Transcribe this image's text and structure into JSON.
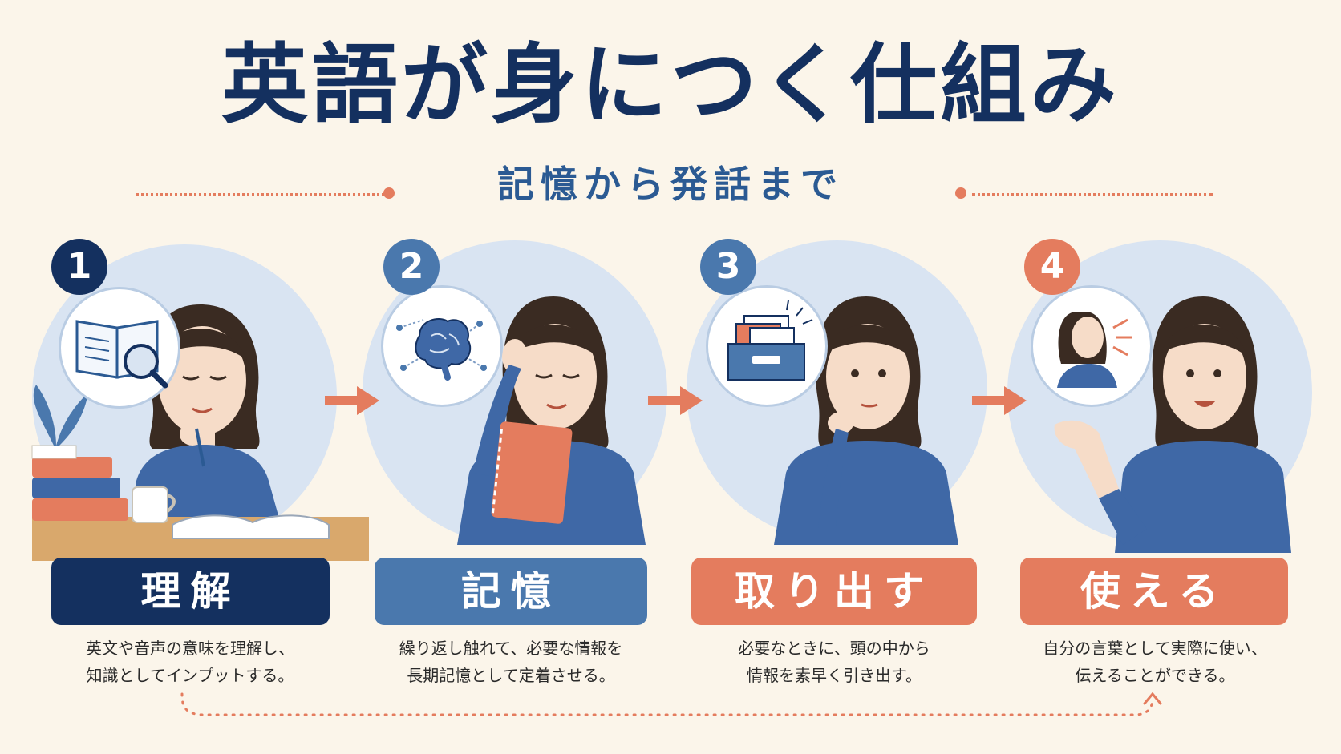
{
  "title": "英語が身につく仕組み",
  "subtitle": "記憶から発話まで",
  "colors": {
    "navy": "#14305f",
    "blue": "#4a78ad",
    "coral": "#e47c5e",
    "circle": "#d9e4f2",
    "background": "#fbf5ea",
    "shirt": "#3f68a6",
    "hair": "#3a2b22",
    "skin": "#f6dcc8"
  },
  "steps": [
    {
      "number": "1",
      "label": "理解",
      "icon": "book-magnifier-icon",
      "desc": [
        "英文や音声の意味を理解し、",
        "知識としてインプットする。"
      ]
    },
    {
      "number": "2",
      "label": "記憶",
      "icon": "brain-network-icon",
      "desc": [
        "繰り返し触れて、必要な情報を",
        "長期記憶として定着させる。"
      ]
    },
    {
      "number": "3",
      "label": "取り出す",
      "icon": "file-drawer-icon",
      "desc": [
        "必要なときに、頭の中から",
        "情報を素早く引き出す。"
      ]
    },
    {
      "number": "4",
      "label": "使える",
      "icon": "speaking-person-icon",
      "desc": [
        "自分の言葉として実際に使い、",
        "伝えることができる。"
      ]
    }
  ]
}
